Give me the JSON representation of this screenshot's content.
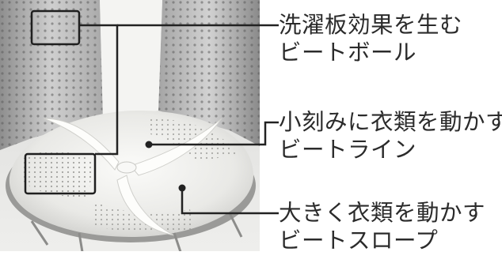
{
  "callouts": [
    {
      "lines": [
        "洗濯板効果を生む",
        "ビートボール"
      ]
    },
    {
      "lines": [
        "小刻みに衣類を動かす",
        "ビートライン"
      ]
    },
    {
      "lines": [
        "大きく衣類を動かす",
        "ビートスロープ"
      ]
    }
  ],
  "colors": {
    "text": "#2b2b2b",
    "leader": "#222222",
    "drum_metal": "#b9b9b9",
    "pulsator": "#ececea"
  }
}
